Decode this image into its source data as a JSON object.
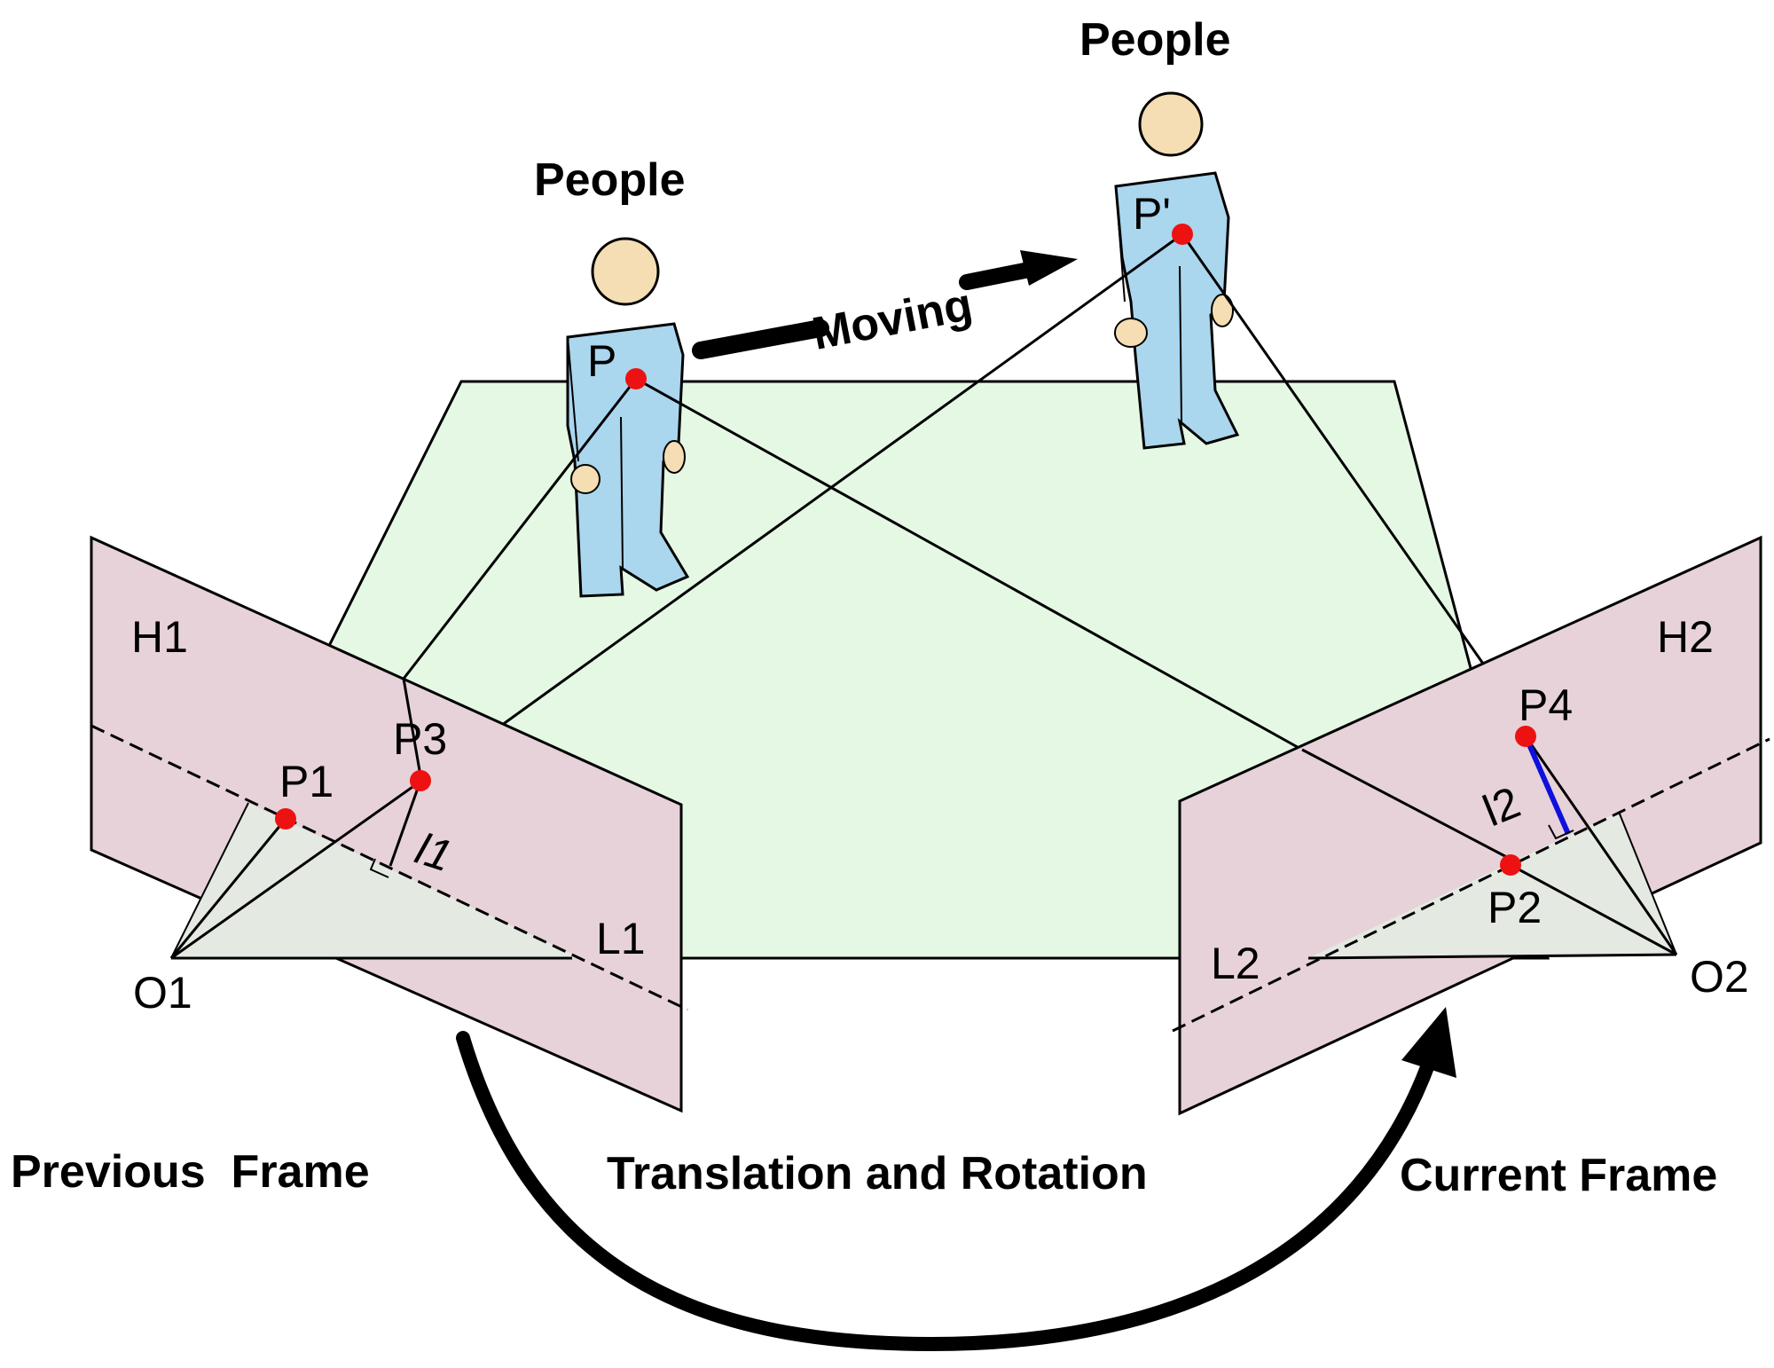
{
  "labels": {
    "people_left": "People",
    "people_right": "People",
    "moving": "Moving",
    "p": "P",
    "p_prime": "P'",
    "h1": "H1",
    "h2": "H2",
    "p1": "P1",
    "p2": "P2",
    "p3": "P3",
    "p4": "P4",
    "l1_small": "l1",
    "l2_small": "l2",
    "L1": "L1",
    "L2": "L2",
    "o1": "O1",
    "o2": "O2",
    "previous_frame": "Previous  Frame",
    "translation_rotation": "Translation and Rotation",
    "current_frame": "Current Frame"
  },
  "colors": {
    "ground_plane": "#e4f8e4",
    "image_plane": "#e6d2d8",
    "person_body": "#aad6ee",
    "person_skin": "#f5deb3",
    "point": "#ee1111",
    "distance_line": "#1010dd"
  }
}
